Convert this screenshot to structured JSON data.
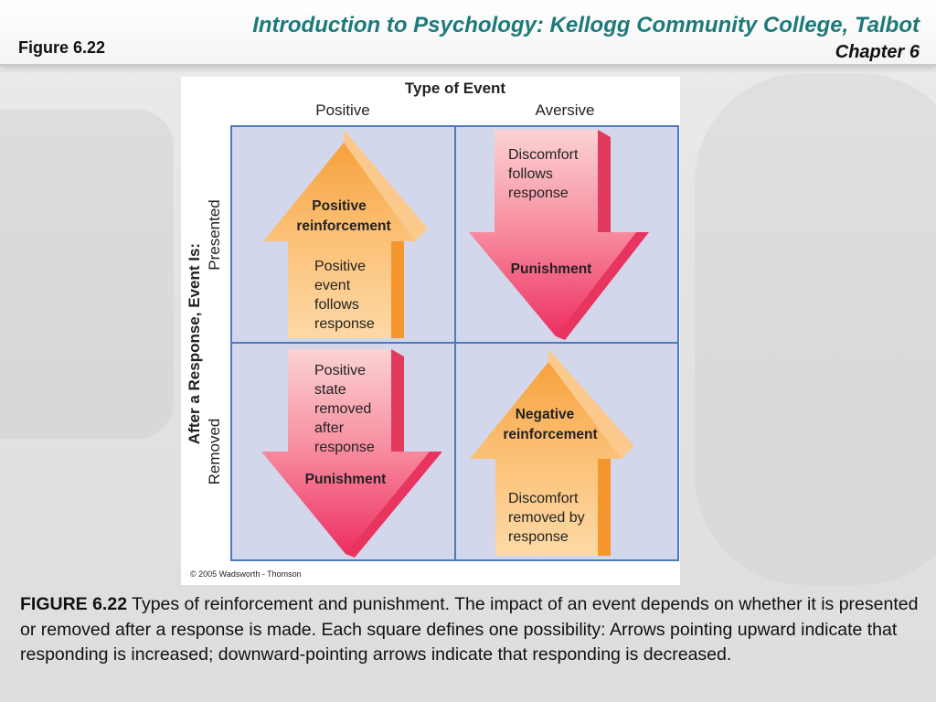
{
  "header": {
    "course_title": "Introduction to Psychology: Kellogg Community College, Talbot",
    "chapter": "Chapter 6",
    "figure_label": "Figure 6.22"
  },
  "diagram": {
    "top_title": "Type of Event",
    "col_positive": "Positive",
    "col_aversive": "Aversive",
    "row_axis_title": "After a Response, Event Is:",
    "row_presented": "Presented",
    "row_removed": "Removed",
    "q1_title_line1": "Positive",
    "q1_title_line2": "reinforcement",
    "q1_desc": [
      "Positive",
      "event",
      "follows",
      "response"
    ],
    "q2_desc": [
      "Discomfort",
      "follows",
      "response"
    ],
    "q2_title": "Punishment",
    "q3_desc": [
      "Positive",
      "state",
      "removed",
      "after",
      "response"
    ],
    "q3_title": "Punishment",
    "q4_title_line1": "Negative",
    "q4_title_line2": "reinforcement",
    "q4_desc": [
      "Discomfort",
      "removed by",
      "response"
    ],
    "copyright": "© 2005 Wadsworth - Thomson"
  },
  "caption": {
    "label": "FIGURE 6.22",
    "text": " Types of reinforcement and punishment. The impact of an event depends on whether it is presented or removed after a response is made. Each square defines one possibility: Arrows pointing upward indicate that responding is increased; downward-pointing arrows indicate that responding is decreased."
  },
  "colors": {
    "title_teal": "#1e7a7a",
    "cell_bg": "#d2d7ec",
    "grid_line": "#4f7ab8",
    "orange_arrow": "#f9b25e",
    "pink_arrow": "#f36a86"
  }
}
